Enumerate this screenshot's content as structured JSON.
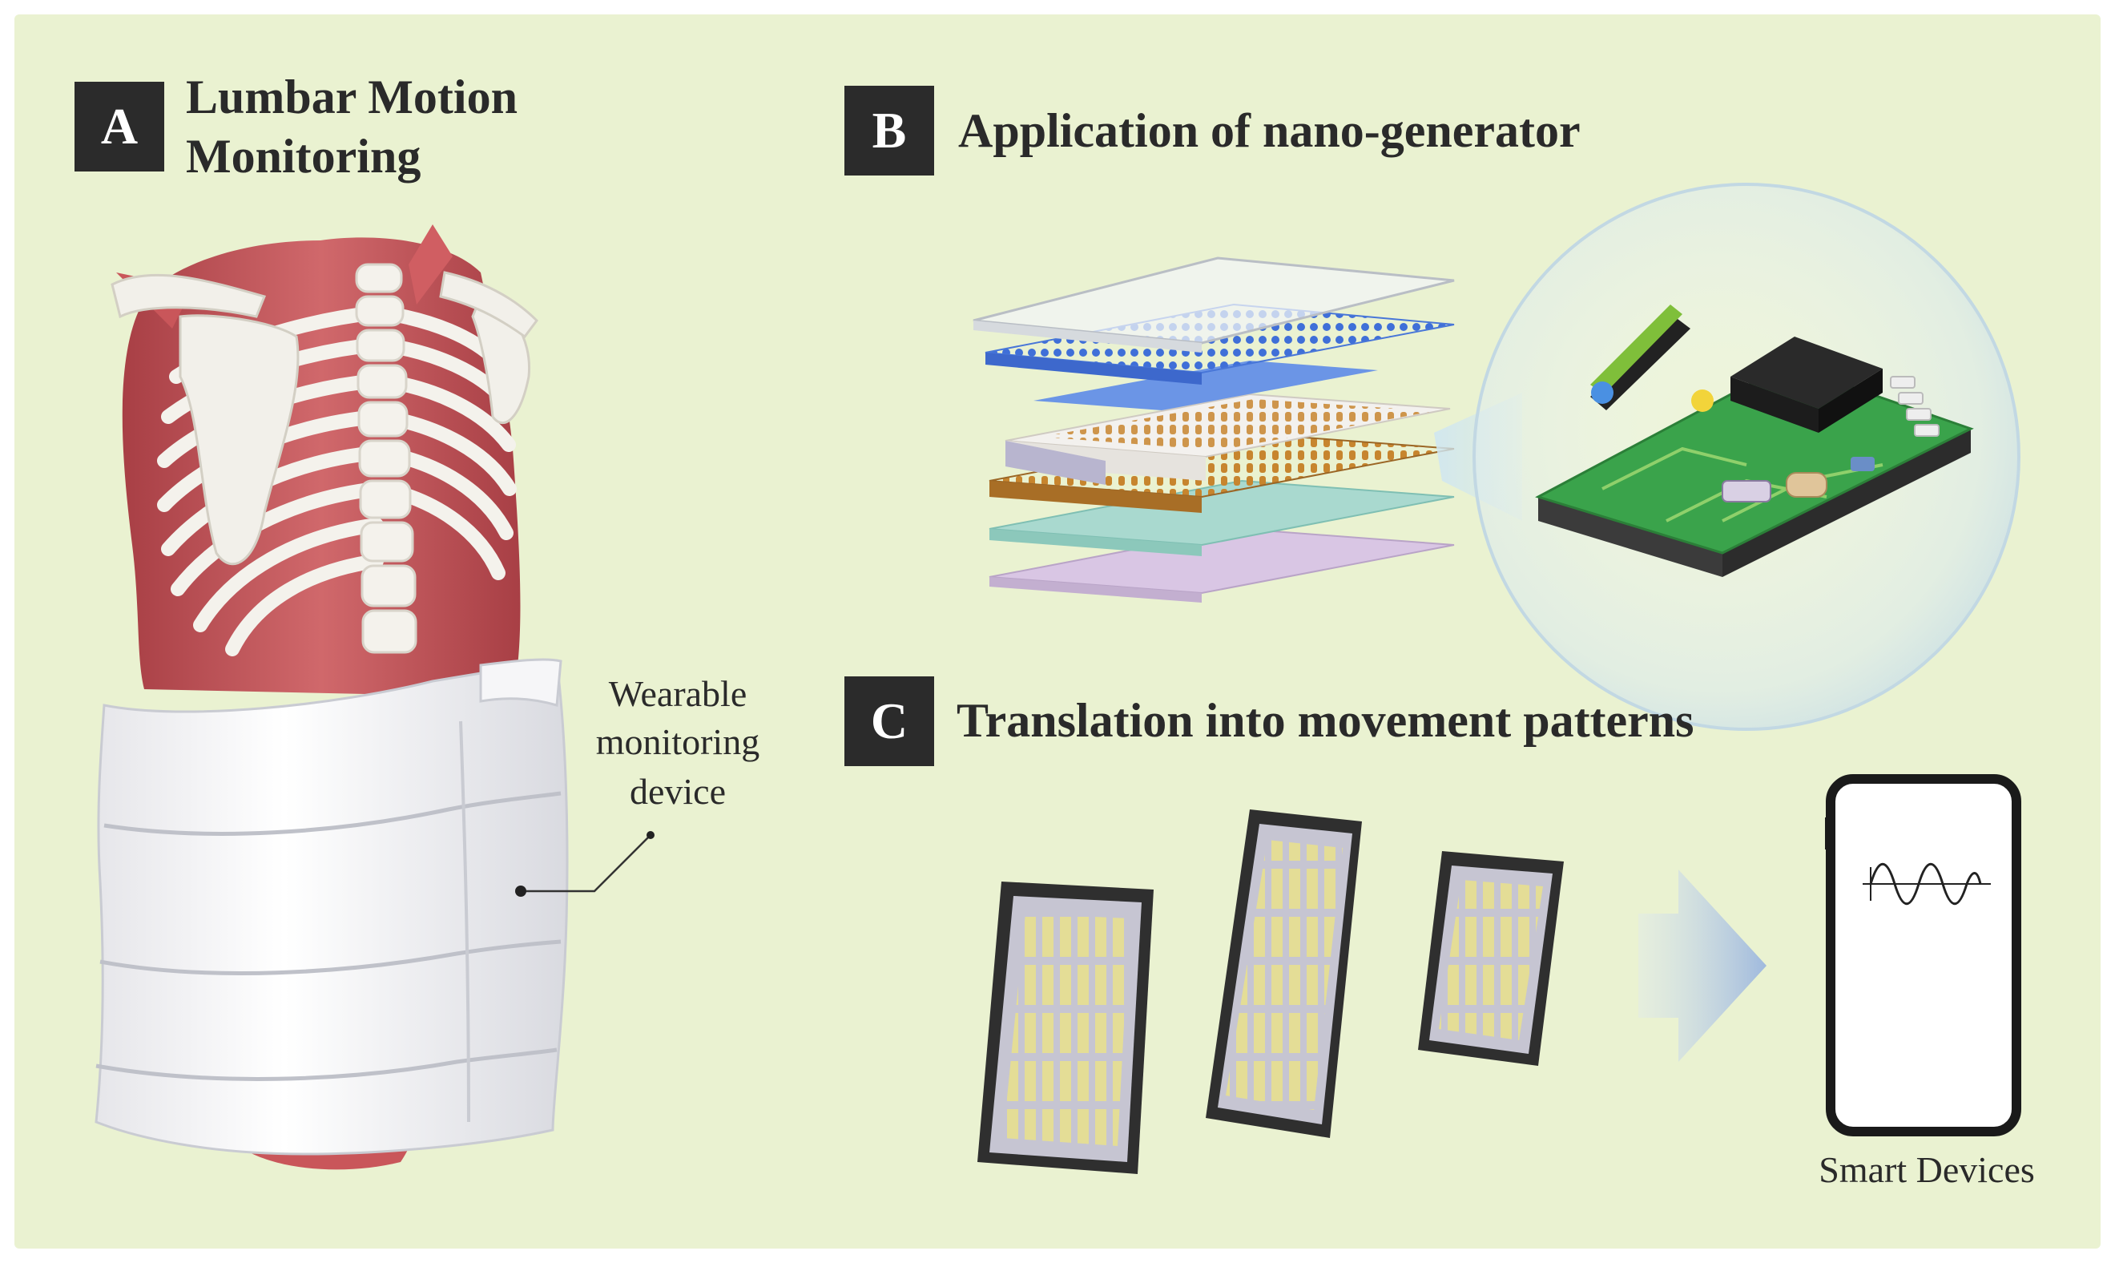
{
  "panels": {
    "a": {
      "letter": "A",
      "title_line1": "Lumbar Motion",
      "title_line2": "Monitoring"
    },
    "b": {
      "letter": "B",
      "title": "Application of nano-generator"
    },
    "c": {
      "letter": "C",
      "title": "Translation into movement patterns"
    }
  },
  "labels": {
    "wearable_line1": "Wearable",
    "wearable_line2": "monitoring",
    "wearable_line3": "device",
    "smart_devices": "Smart Devices"
  },
  "colors": {
    "background": "#eaf2d1",
    "badge": "#2b2b2b",
    "muscle": "#c9565a",
    "bone": "#f2f0ea",
    "arrow": "#a9c1e0"
  }
}
